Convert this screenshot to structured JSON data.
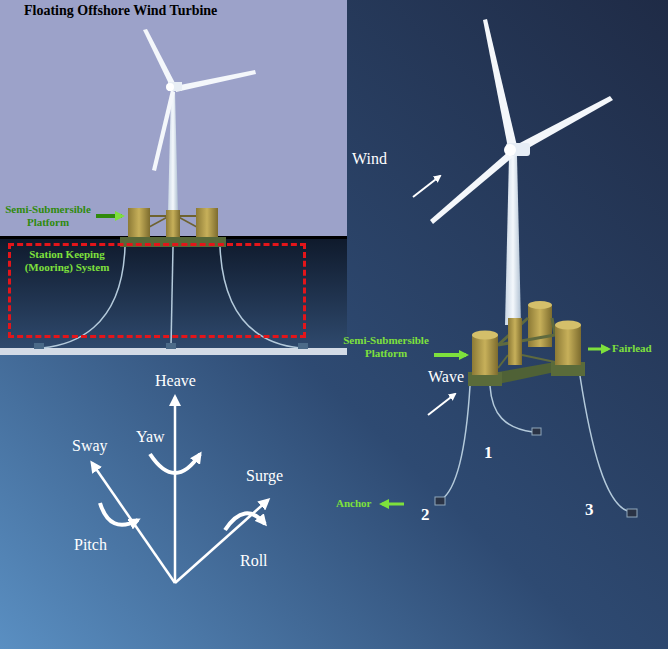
{
  "diagram": {
    "title": "Floating Offshore Wind Turbine",
    "nodes": [
      {
        "text": [
          "Station Keeping (Mooring) System"
        ]
      }
    ],
    "labels": [
      "Semi-Submersible Platform",
      "Wind",
      "Semi-Submersible Platform",
      "Wave",
      "Fairlead",
      "1",
      "Anchor",
      "2",
      "3",
      "Heave",
      "Yaw",
      "Sway",
      "Surge",
      "Pitch",
      "Roll"
    ]
  }
}
